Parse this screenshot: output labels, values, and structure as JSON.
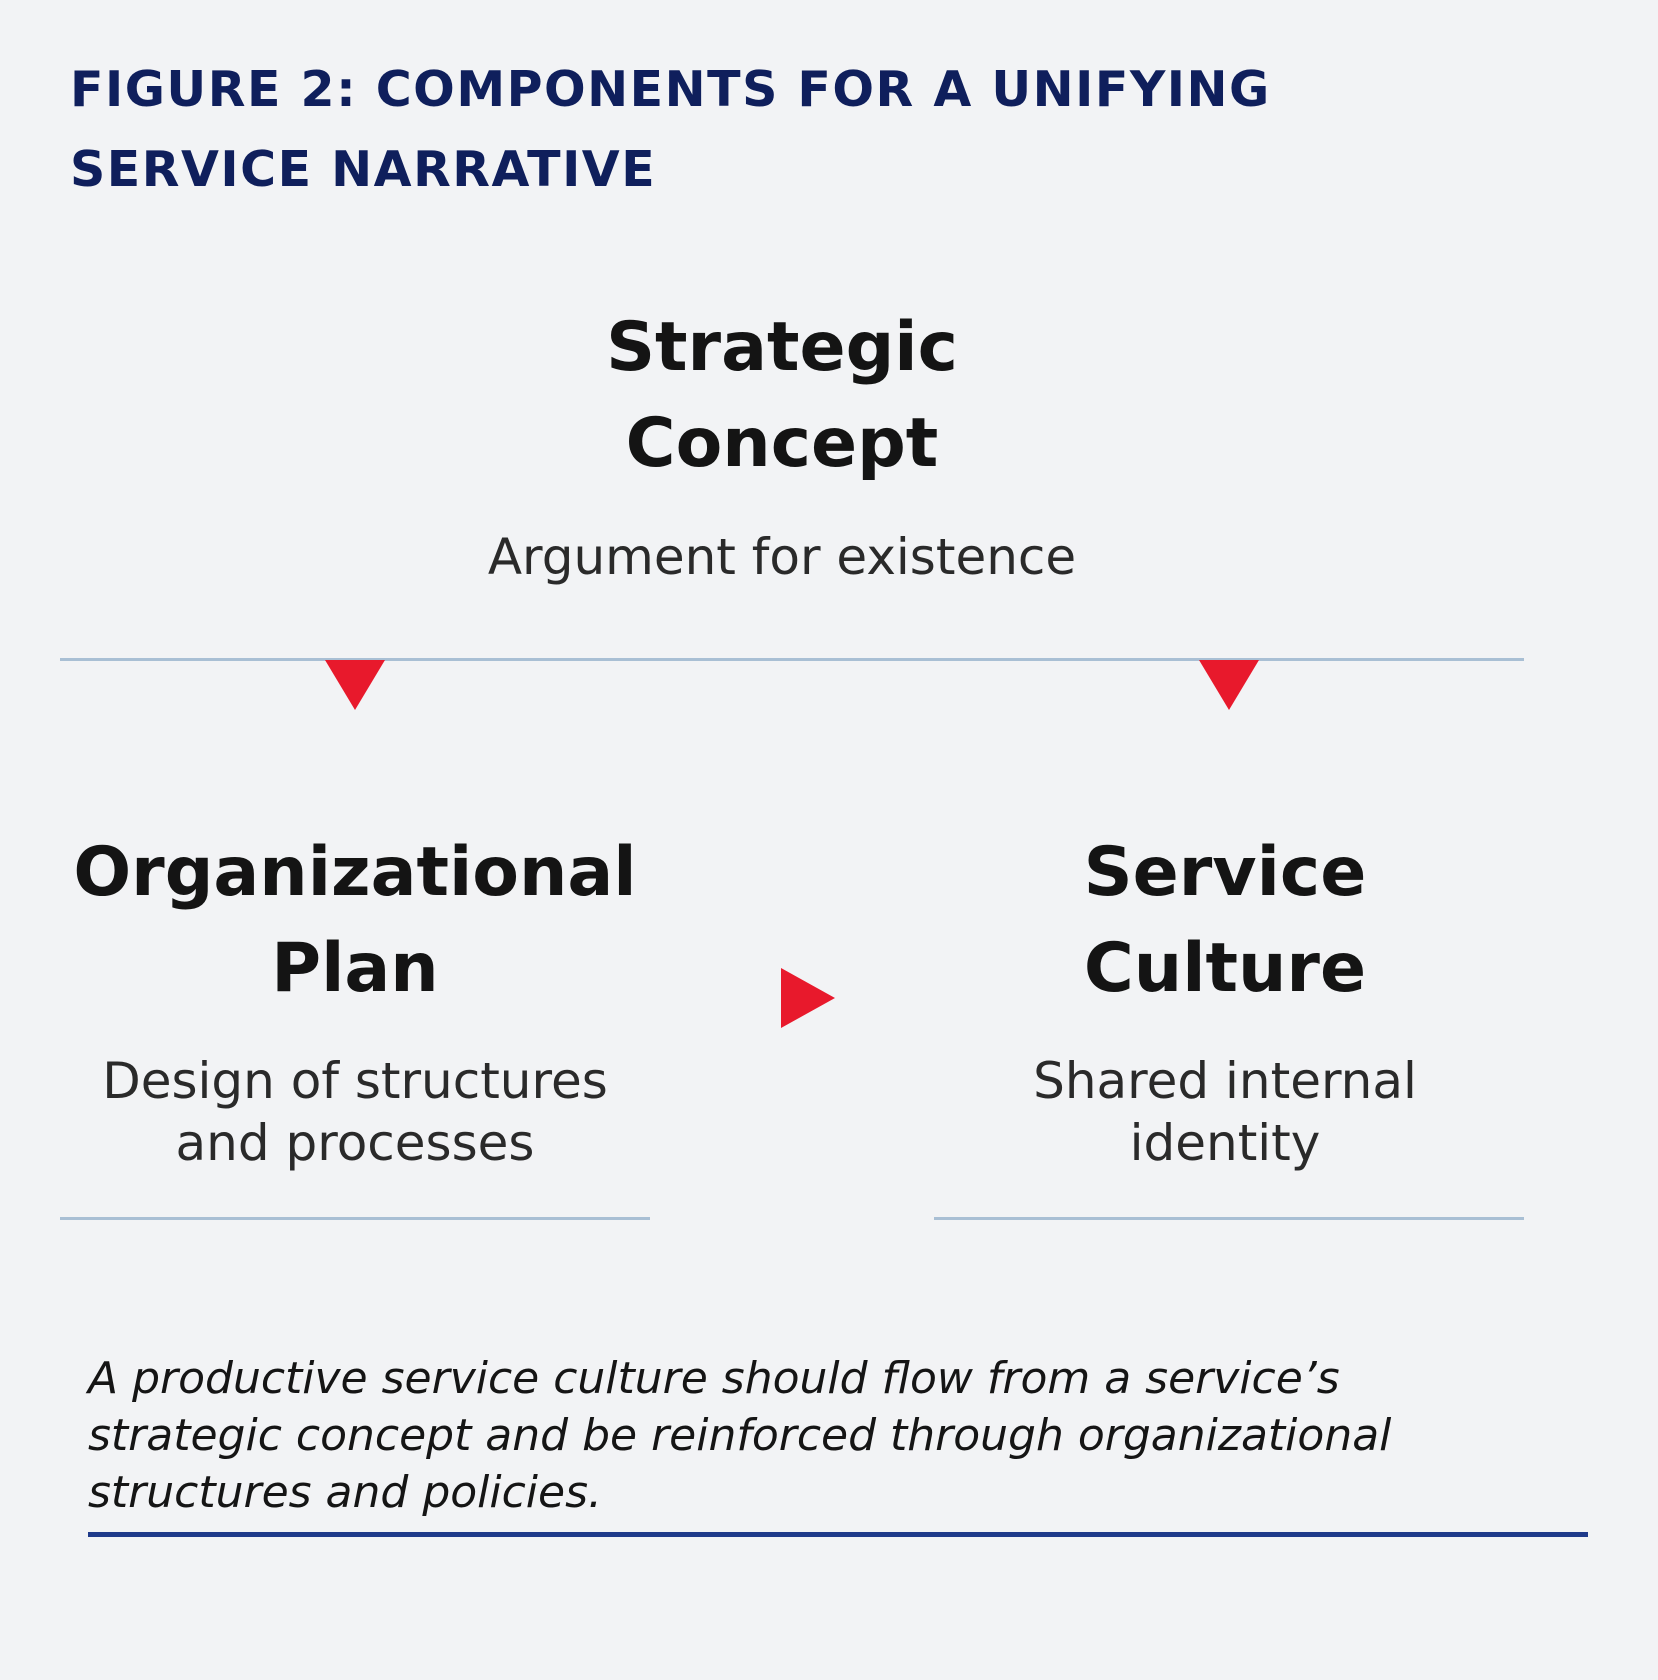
{
  "figure": {
    "title_lines": [
      "FIGURE 2: COMPONENTS FOR A UNIFYING",
      "SERVICE NARRATIVE"
    ]
  },
  "diagram": {
    "top_node": {
      "title_lines": [
        "Strategic",
        "Concept"
      ],
      "subtitle_lines": [
        "Argument for existence"
      ]
    },
    "left_node": {
      "title_lines": [
        "Organizational",
        "Plan"
      ],
      "subtitle_lines": [
        "Design of structures",
        "and processes"
      ]
    },
    "right_node": {
      "title_lines": [
        "Service",
        "Culture"
      ],
      "subtitle_lines": [
        "Shared internal",
        "identity"
      ]
    },
    "arrow_color": "#e8192c",
    "rule_color": "#a9bfd4"
  },
  "caption": {
    "lines": [
      "A productive service culture should flow from a service’s",
      "strategic concept and be reinforced through organizational",
      "structures and policies."
    ],
    "rule_color": "#1f3a8a"
  },
  "colors": {
    "title": "#0f1f5c",
    "background": "#f2f3f5"
  }
}
